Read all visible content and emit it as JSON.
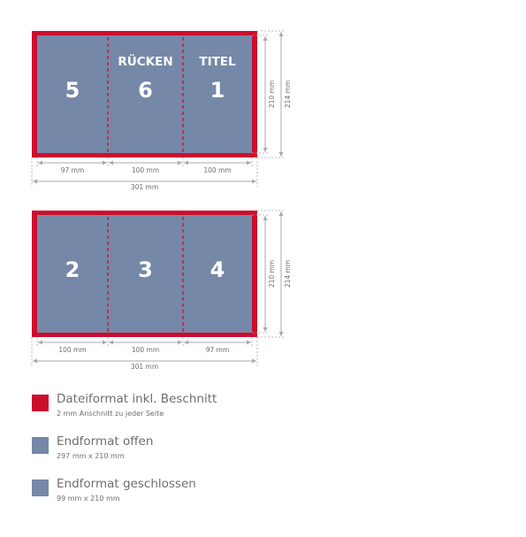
{
  "colors": {
    "bleed": "#cc0e2d",
    "panel": "#7688a8",
    "fold": "#cc0e2d",
    "dimension": "#aaaaaa",
    "dim_text": "#6e6e6e",
    "number": "#ffffff"
  },
  "outer_sheet": {
    "panels": [
      {
        "number": "5",
        "label": ""
      },
      {
        "number": "6",
        "label": "RÜCKEN"
      },
      {
        "number": "1",
        "label": "TITEL"
      }
    ],
    "widths": [
      "97 mm",
      "100 mm",
      "100 mm"
    ],
    "total_width": "301 mm",
    "height_trim": "210 mm",
    "height_bleed": "214 mm"
  },
  "inner_sheet": {
    "panels": [
      {
        "number": "2",
        "label": ""
      },
      {
        "number": "3",
        "label": ""
      },
      {
        "number": "4",
        "label": ""
      }
    ],
    "widths": [
      "100 mm",
      "100 mm",
      "97 mm"
    ],
    "total_width": "301 mm",
    "height_trim": "210 mm",
    "height_bleed": "214 mm"
  },
  "legend": [
    {
      "title": "Dateiformat inkl. Beschnitt",
      "subtitle": "2 mm Anschnitt zu jeder Seite",
      "color": "#cc0e2d"
    },
    {
      "title": "Endformat offen",
      "subtitle": "297 mm x 210 mm",
      "color": "#7688a8"
    },
    {
      "title": "Endformat geschlossen",
      "subtitle": "99 mm x 210 mm",
      "color": "#7688a8"
    }
  ]
}
